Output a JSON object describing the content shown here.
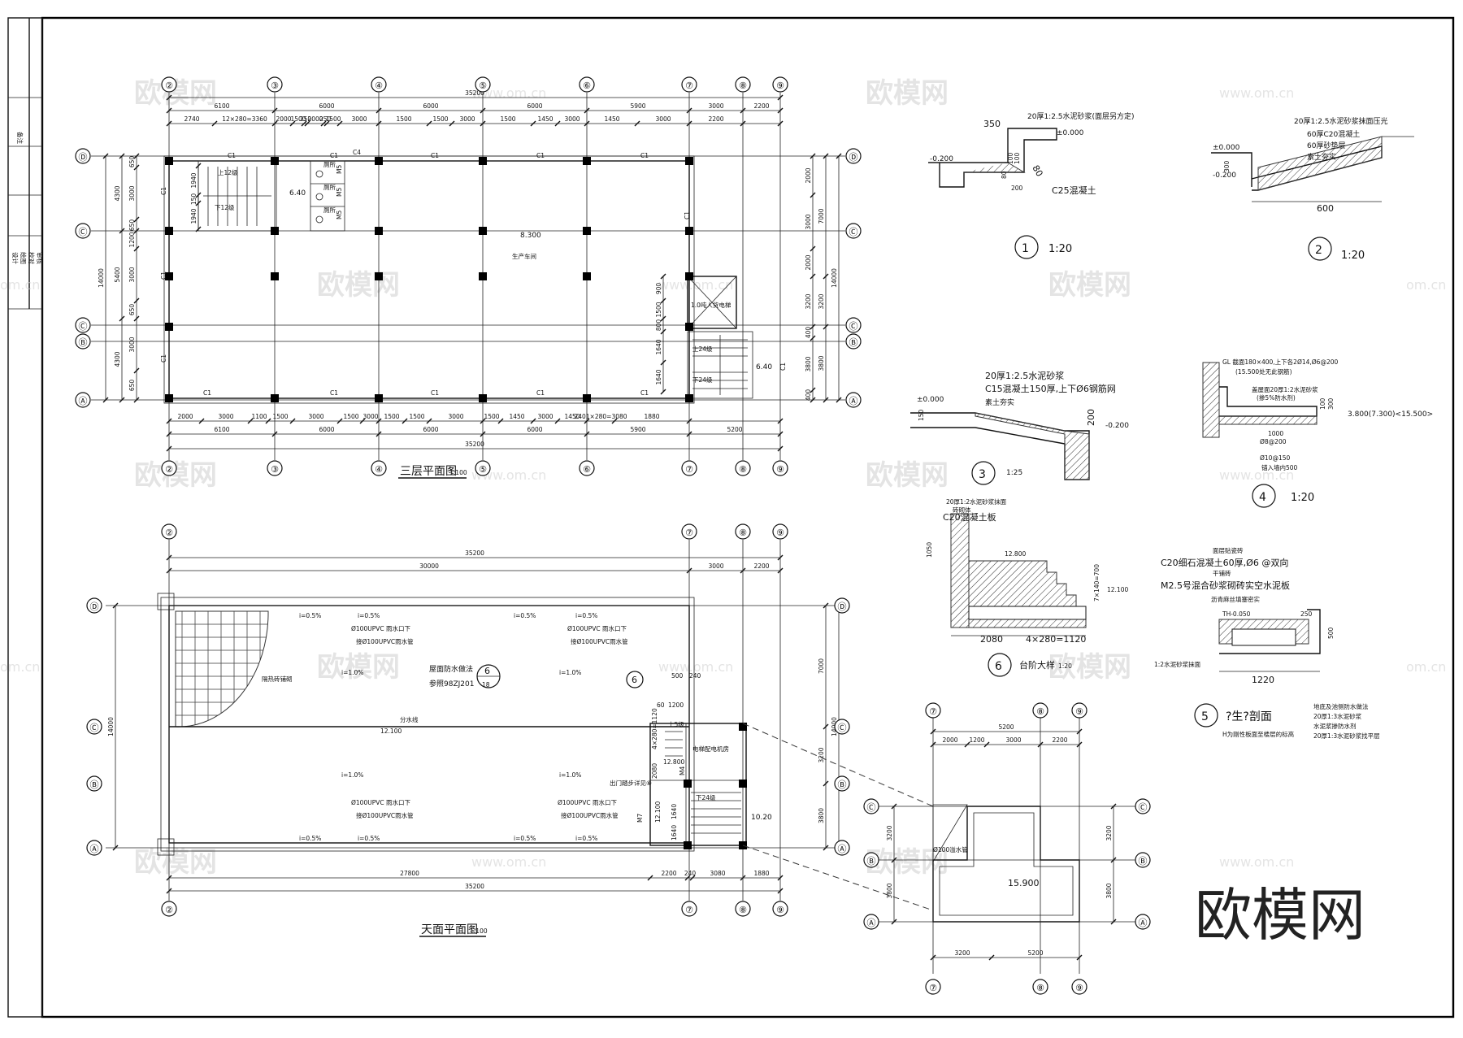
{
  "brand": "欧模网",
  "watermark": {
    "text": "欧模网",
    "url": "www.om.cn",
    "url_short": "om.cn"
  },
  "third_floor_plan": {
    "title": "三层平面图",
    "scale": "1:100",
    "axes_x": [
      "②",
      "③",
      "④",
      "⑤",
      "⑥",
      "⑦",
      "⑧",
      "⑨"
    ],
    "axes_y": [
      "Ⓓ",
      "Ⓒ",
      "Ⓒ",
      "Ⓑ",
      "Ⓐ"
    ],
    "overall": "35200",
    "top_bays": [
      "6100",
      "6000",
      "6000",
      "6000",
      "5900",
      "3000",
      "2200"
    ],
    "top_details": [
      "2740",
      "12×280=3360",
      "2000",
      "1500",
      "250",
      "2000",
      "250",
      "1500",
      "3000",
      "1500",
      "1500",
      "3000",
      "1500",
      "1450",
      "3000",
      "1450",
      "3000",
      "2200"
    ],
    "bottom_details": [
      "2000",
      "3000",
      "1100",
      "1500",
      "3000",
      "1500",
      "3000",
      "1500",
      "1500",
      "3000",
      "1500",
      "1450",
      "3000",
      "1450",
      "2401×280=3080",
      "1880"
    ],
    "bottom_bays": [
      "6100",
      "6000",
      "6000",
      "6000",
      "5900",
      "5200"
    ],
    "left_dims": [
      "650",
      "3000",
      "650",
      "1200",
      "3000",
      "650",
      "3000",
      "650"
    ],
    "left_groups": [
      "4300",
      "5400",
      "4300"
    ],
    "left_total": "14000",
    "right_dims": [
      "2000",
      "3000",
      "2000",
      "3200",
      "400",
      "3800",
      "400"
    ],
    "right_groups": [
      "7000",
      "3200",
      "3800"
    ],
    "right_total": "14000",
    "stair_dims": [
      "1940",
      "150",
      "1940"
    ],
    "stair_dims2": [
      "900",
      "1500",
      "800",
      "1640",
      "1640"
    ],
    "window": "C1",
    "window_c4": "C4",
    "doors": [
      "M5",
      "M5",
      "M5"
    ],
    "labels": {
      "level": "8.300",
      "room": "生产车间",
      "up": "上12级",
      "down": "下12级",
      "elev": "6.40",
      "lift": "1.0吨人货电梯",
      "toilet": "厕所",
      "up2": "上24级",
      "down2": "下24级"
    }
  },
  "roof_plan": {
    "title": "天面平面图",
    "scale": "1:100",
    "axes_x": [
      "②",
      "⑦",
      "⑧",
      "⑨"
    ],
    "axes_y": [
      "Ⓓ",
      "Ⓒ",
      "Ⓑ",
      "Ⓐ"
    ],
    "overall": "35200",
    "top_dims": [
      "30000",
      "3000",
      "2200"
    ],
    "bottom_dims": [
      "27800",
      "2200",
      "240",
      "3080",
      "1880"
    ],
    "left_total": "14000",
    "right_dims": [
      "7000",
      "3200",
      "3800"
    ],
    "right_total": "14000",
    "drain_1": "Ø100UPVC 雨水口下",
    "drain_2": "接Ø100UPVC雨水管",
    "slope": "i=0.5%",
    "slope2": "i=1.0%",
    "ridge": "分水线",
    "level": "12.100",
    "waterproof": "屋面防水做法",
    "ref": "参照98ZJ201",
    "ref_sheet": "18",
    "ref_no": "6",
    "tiles": "隔热砖铺砌",
    "stair_dims": [
      "500",
      "240",
      "60",
      "1200",
      "2080",
      "4×280=1120",
      "1640",
      "1640"
    ],
    "stair_levels": [
      "12.800",
      "12.100",
      "10.20"
    ],
    "door": "M4",
    "door2": "M7",
    "room": "电梯配电机房",
    "note": "出门踏步详见⑥",
    "down": "下24级",
    "vert": "上5级"
  },
  "detail_1": {
    "num": "1",
    "scale": "1:20",
    "dims": [
      "350",
      "100",
      "100",
      "80",
      "80",
      "200"
    ],
    "elev": [
      "±0.000",
      "-0.200"
    ],
    "notes": [
      "20厚1:2.5水泥砂浆(面层另方定)",
      "C25混凝土"
    ]
  },
  "detail_2": {
    "num": "2",
    "scale": "1:20",
    "dims": [
      "300",
      "600"
    ],
    "elev": [
      "±0.000",
      "-0.200"
    ],
    "notes": [
      "20厚1:2.5水泥砂浆抹面压光",
      "60厚C20混凝土",
      "60厚砂垫层",
      "素土夯实"
    ]
  },
  "detail_3": {
    "num": "3",
    "scale": "1:25",
    "dims": [
      "150",
      "200"
    ],
    "elev": [
      "±0.000",
      "-0.200"
    ],
    "notes": [
      "20厚1:2.5水泥砂浆",
      "C15混凝土150厚,上下Ø6钢筋网",
      "素土夯实"
    ]
  },
  "detail_4": {
    "num": "4",
    "scale": "1:20",
    "dims": [
      "100",
      "300",
      "1000"
    ],
    "elev": "3.800(7.300)<15.500>",
    "notes": [
      "GL 截面180×400,上下各2Ø14,Ø6@200",
      "(15.500处无此钢筋)",
      "盖屋面20厚1:2水泥砂浆",
      "(掺5%防水剂)",
      "Ø8@200",
      "Ø10@150",
      "锚入墙内500"
    ]
  },
  "detail_5": {
    "num": "5",
    "title": "?生?剖面",
    "dims": [
      "1220",
      "250",
      "500"
    ],
    "elev": "TH-0.050",
    "notes": [
      "面层贴瓷砖",
      "C20细石混凝土60厚,Ø6 @双向",
      "干铺砖",
      "M2.5号混合砂浆砌砖实空水泥板",
      "沥青麻丝填塞密实",
      "1:2水泥砂浆抹面",
      "H为刚性板面至楼层的标高"
    ],
    "side_notes": [
      "地底及池侧防水做法",
      "20厚1:3水泥砂浆",
      "水泥浆掺防水剂",
      "20厚1:3水泥砂浆找平层"
    ]
  },
  "detail_6": {
    "num": "6",
    "title": "台阶大样",
    "scale": "1:20",
    "dims": [
      "1050",
      "7×140=700",
      "2080",
      "4×280=1120"
    ],
    "elev": [
      "12.800",
      "12.100"
    ],
    "notes": [
      "20厚1:2水泥砂浆抹面",
      "砖砌体",
      "C20混凝土板"
    ]
  },
  "roof_detail": {
    "axes_x": [
      "⑦",
      "⑧",
      "⑨"
    ],
    "axes_y": [
      "Ⓒ",
      "Ⓑ",
      "Ⓐ"
    ],
    "top_total": "5200",
    "top_dims": [
      "2000",
      "1200",
      "3000",
      "2200"
    ],
    "bottom_dims": [
      "3200",
      "5200"
    ],
    "left_dims": [
      "3200",
      "3800"
    ],
    "right_dims": [
      "3200",
      "3800"
    ],
    "level": "15.900",
    "note": "Ø100溢水管"
  },
  "title_block": {
    "rows": [
      "设计",
      "绘图",
      "校对",
      "审核"
    ],
    "label": "备注"
  }
}
